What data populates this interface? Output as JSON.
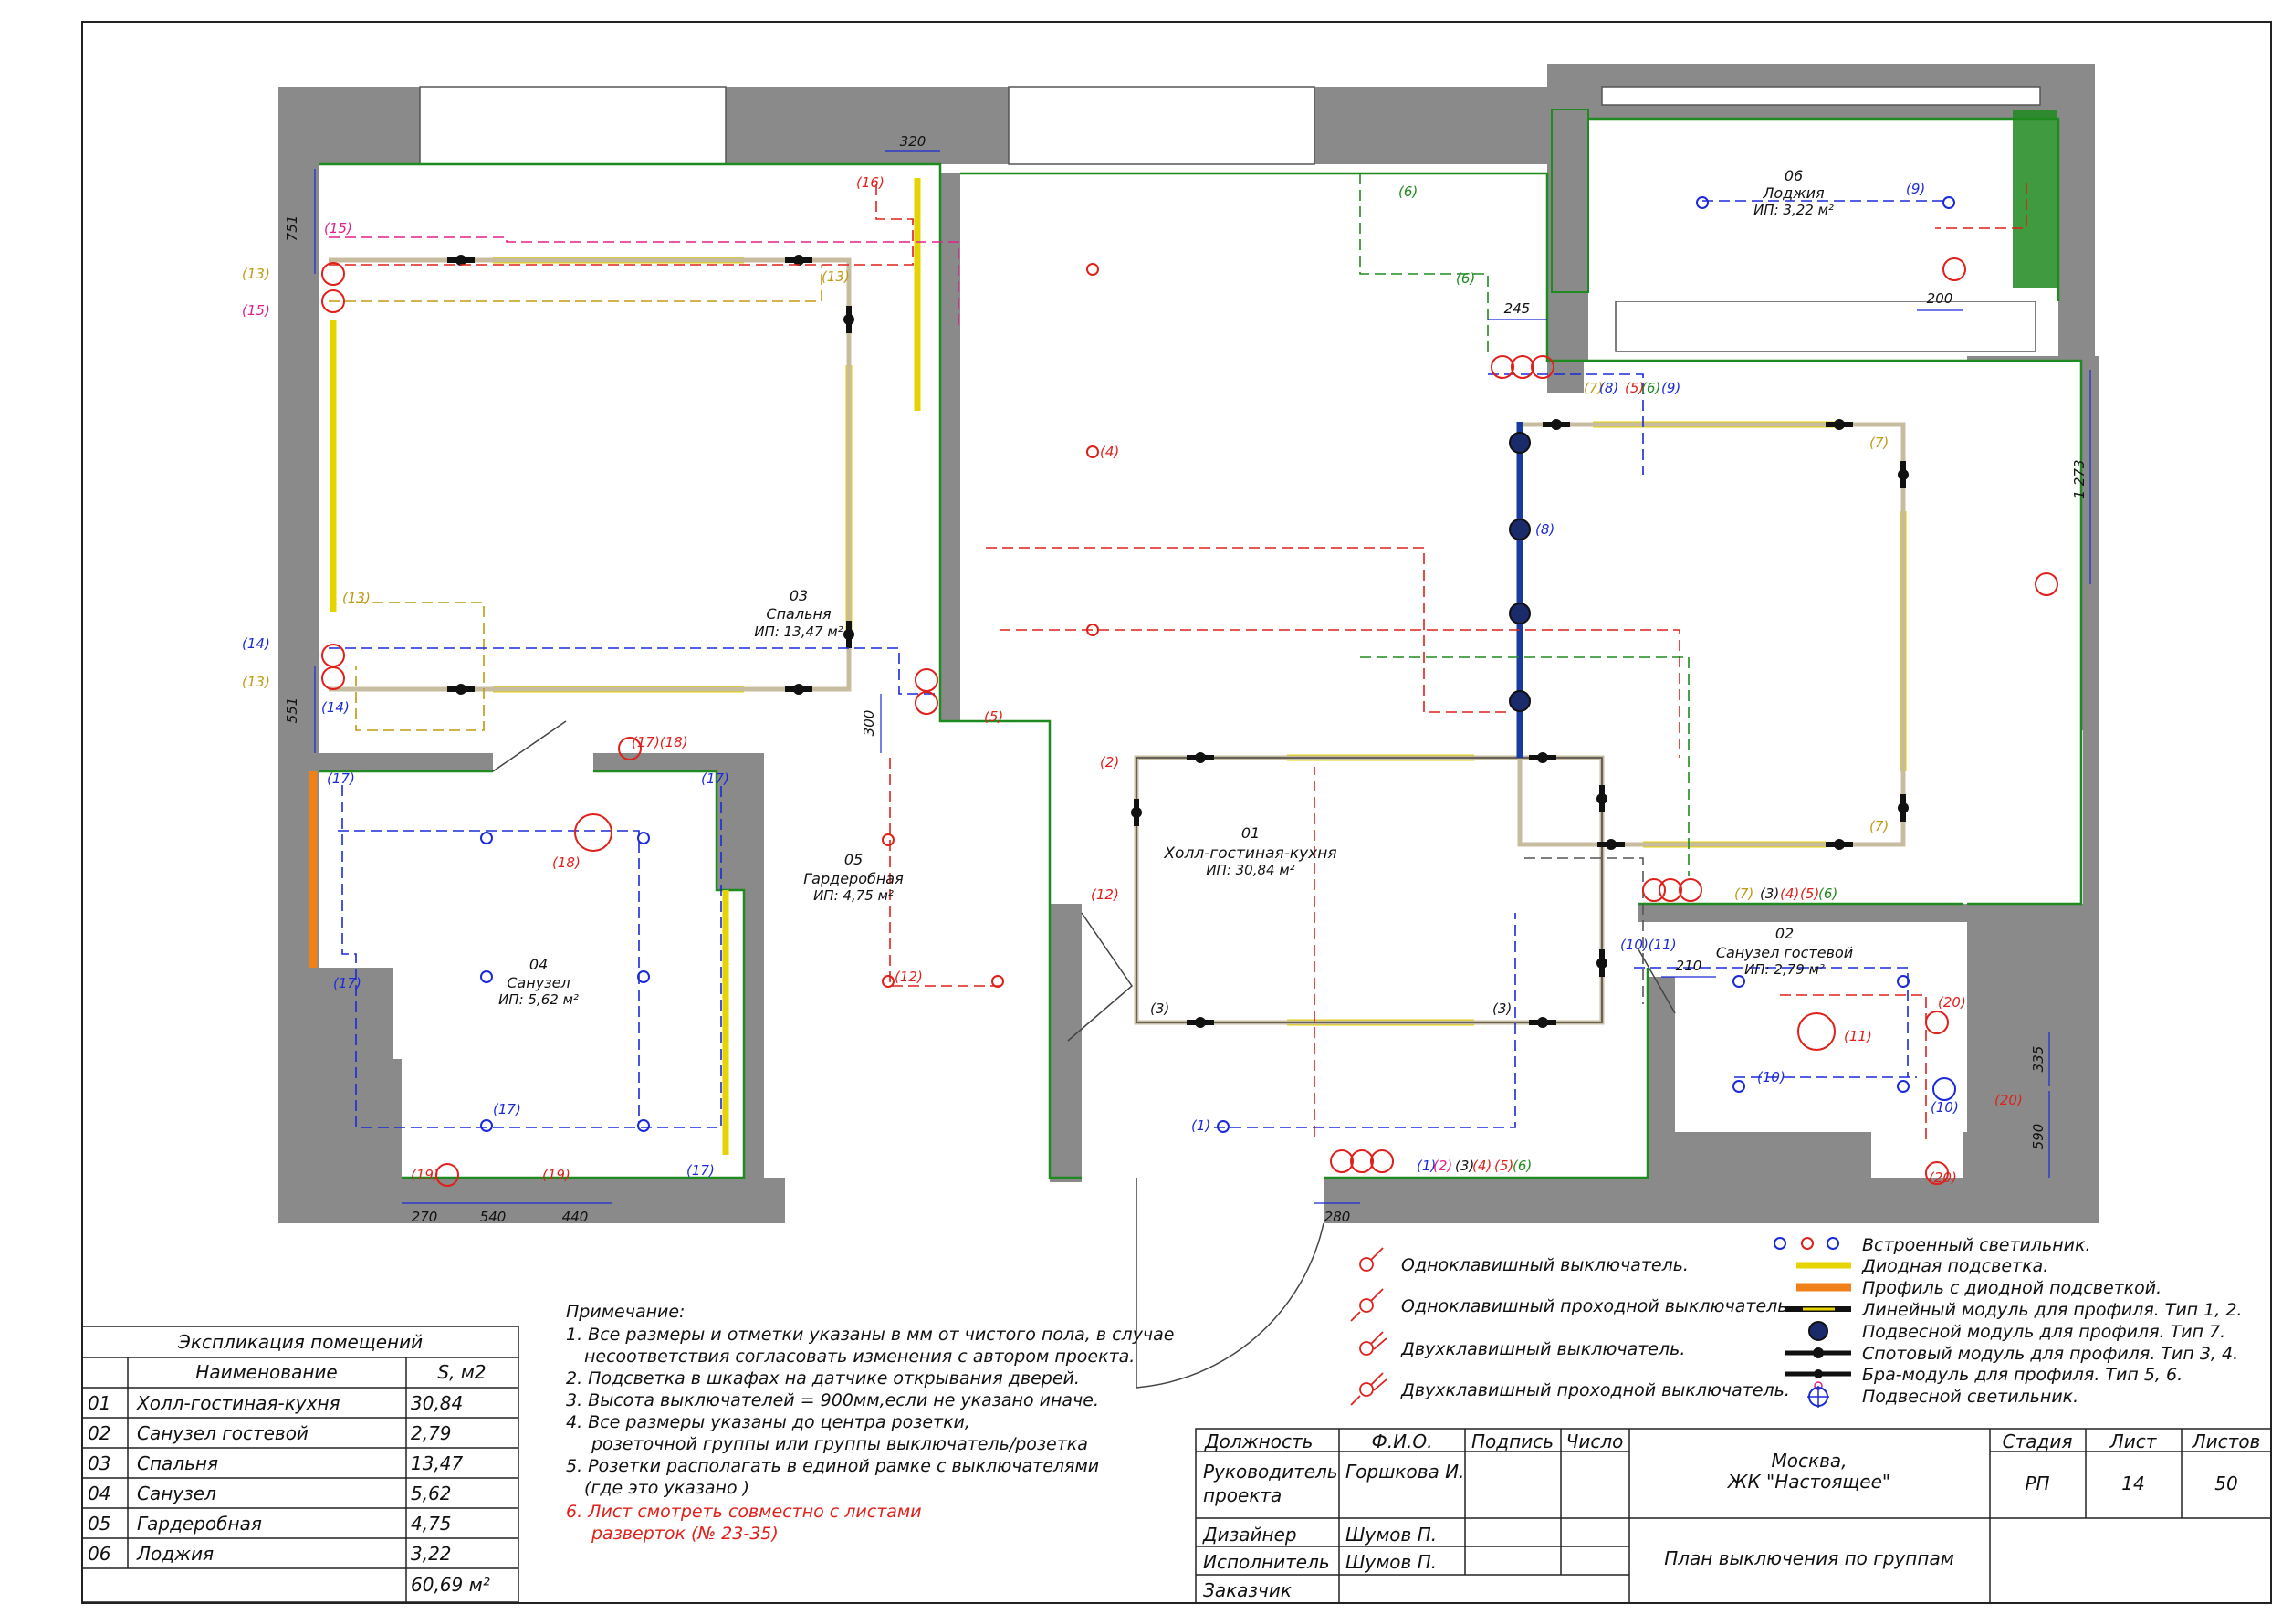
{
  "colors": {
    "wall": "#8a8a8a",
    "green_line": "#1f8a1f",
    "led": "#e6d400",
    "orange_profile": "#f08018",
    "red": "#e0201a",
    "blue": "#1a2ad8",
    "magenta": "#e0208a",
    "olive": "#c09a10"
  },
  "rooms": [
    {
      "num": "01",
      "name": "Холл-гостиная-кухня",
      "area": "ИП: 30,84 м²"
    },
    {
      "num": "02",
      "name": "Санузел гостевой",
      "area": "ИП: 2,79 м²"
    },
    {
      "num": "03",
      "name": "Спальня",
      "area": "ИП: 13,47 м²"
    },
    {
      "num": "04",
      "name": "Санузел",
      "area": "ИП: 5,62 м²"
    },
    {
      "num": "05",
      "name": "Гардеробная",
      "area": "ИП: 4,75 м²"
    },
    {
      "num": "06",
      "name": "Лоджия",
      "area": "ИП: 3,22 м²"
    }
  ],
  "dimensions": {
    "d320": "320",
    "d751": "751",
    "d551": "551",
    "d300": "300",
    "d245": "245",
    "d200": "200",
    "d1273": "1 273",
    "d210": "210",
    "d335": "335",
    "d590": "590",
    "d270": "270",
    "d540": "540",
    "d440": "440",
    "d280": "280"
  },
  "marks": {
    "m1": "(1)",
    "m2": "(2)",
    "m3": "(3)",
    "m4": "(4)",
    "m5": "(5)",
    "m6": "(6)",
    "m7": "(7)",
    "m8": "(8)",
    "m9": "(9)",
    "m10": "(10)",
    "m11": "(11)",
    "m12": "(12)",
    "m13": "(13)",
    "m14": "(14)",
    "m15": "(15)",
    "m17": "(17)",
    "m18": "(18)",
    "m19": "(19)",
    "m20": "(20)",
    "m16": "(16)",
    "m1718": "(17)(18)",
    "m1011": "(10)(11)"
  },
  "switch_legend": [
    "Одноклавишный выключатель.",
    "Одноклавишный проходной выключатель.",
    "Двухклавишный выключатель.",
    "Двухклавишный проходной выключатель."
  ],
  "symbol_legend": [
    "Встроенный светильник.",
    "Диодная подсветка.",
    "Профиль с диодной подсветкой.",
    "Линейный модуль для профиля. Тип 1, 2.",
    "Подвесной модуль для профиля. Тип 7.",
    "Спотовый модуль для профиля. Тип 3, 4.",
    "Бра-модуль для профиля. Тип 5, 6.",
    "Подвесной светильник."
  ],
  "notes": {
    "heading": "Примечание:",
    "lines": [
      "1. Все размеры и отметки указаны в мм от чистого пола, в случае",
      "несоответствия согласовать изменения с автором проекта.",
      "2. Подсветка в шкафах на датчике открывания дверей.",
      "3. Высота  выключателей = 900мм,если не указано иначе.",
      "4. Все размеры указаны до центра розетки,",
      "розеточной группы или группы выключатель/розетка",
      "5. Розетки располагать в единой рамке с выключателями",
      "(где это указано )"
    ],
    "red_lines": [
      "6. Лист смотреть совместно с листами",
      "разверток (№ 23-35)"
    ]
  },
  "explication": {
    "title": "Экспликация помещений",
    "col_name": "Наименование",
    "col_area": "S, м2",
    "rows": [
      {
        "num": "01",
        "name": "Холл-гостиная-кухня",
        "area": "30,84"
      },
      {
        "num": "02",
        "name": "Санузел гостевой",
        "area": "2,79"
      },
      {
        "num": "03",
        "name": "Спальня",
        "area": "13,47"
      },
      {
        "num": "04",
        "name": "Санузел",
        "area": "5,62"
      },
      {
        "num": "05",
        "name": "Гардеробная",
        "area": "4,75"
      },
      {
        "num": "06",
        "name": "Лоджия",
        "area": "3,22"
      }
    ],
    "total": "60,69 м²"
  },
  "stamp": {
    "h_role": "Должность",
    "h_name": "Ф.И.О.",
    "h_sign": "Подпись",
    "h_date": "Число",
    "rows": [
      {
        "role": "Руководитель",
        "role2": "проекта",
        "name": "Горшкова И."
      },
      {
        "role": "Дизайнер",
        "name": "Шумов П."
      },
      {
        "role": "Исполнитель",
        "name": "Шумов П."
      },
      {
        "role": "Заказчик",
        "name": ""
      }
    ],
    "city": "Москва,",
    "project": "ЖК \"Настоящее\"",
    "sheet_title": "План выключения по группам",
    "h_stage": "Стадия",
    "h_sheet": "Лист",
    "h_sheets": "Листов",
    "stage": "РП",
    "sheet": "14",
    "sheets": "50"
  }
}
